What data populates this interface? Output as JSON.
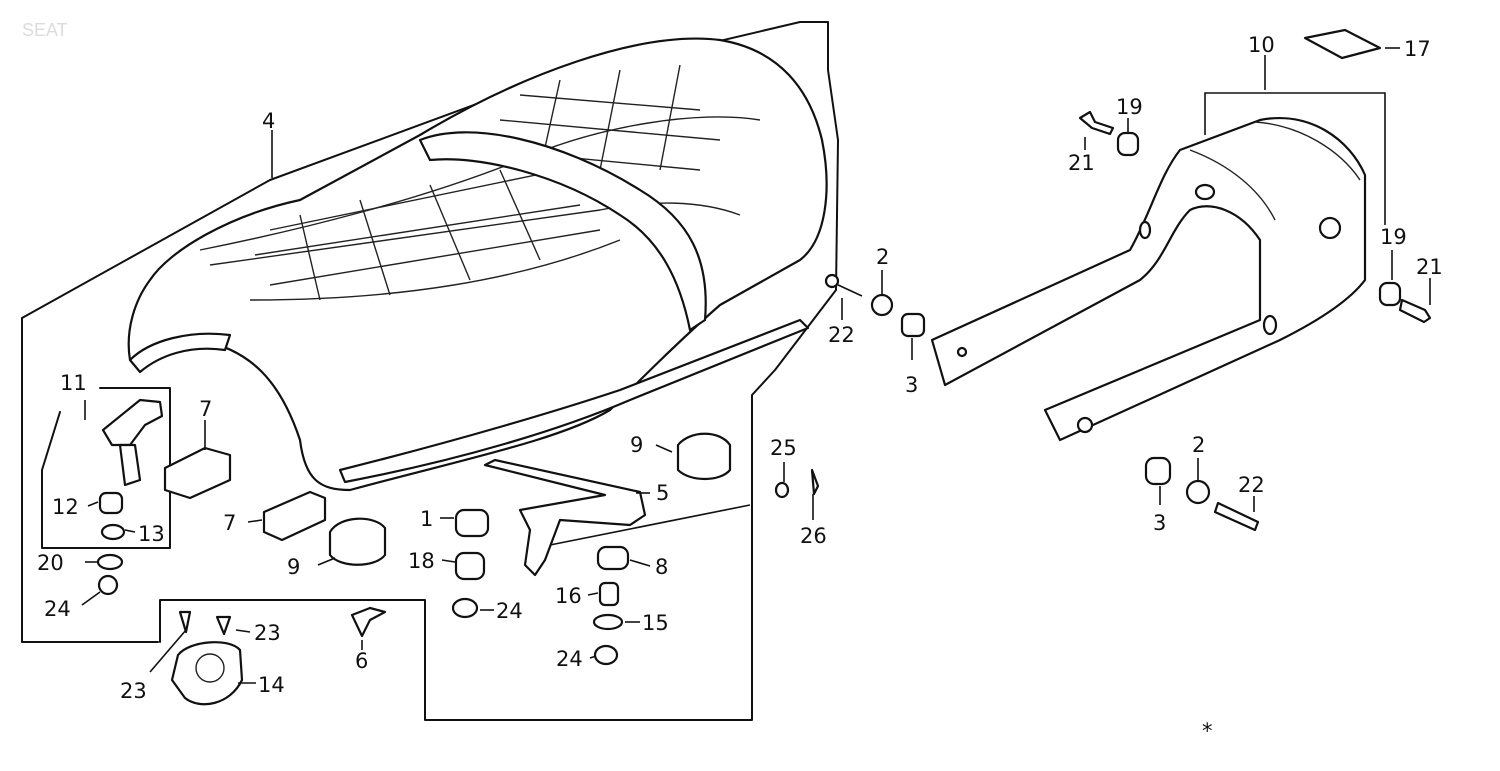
{
  "diagram": {
    "title": "SEAT",
    "footnote_mark": "*",
    "callouts": {
      "p1": "1",
      "p2a": "2",
      "p2b": "2",
      "p3a": "3",
      "p3b": "3",
      "p4": "4",
      "p5": "5",
      "p6": "6",
      "p7a": "7",
      "p7b": "7",
      "p8": "8",
      "p9a": "9",
      "p9b": "9",
      "p10": "10",
      "p11": "11",
      "p12": "12",
      "p13": "13",
      "p14": "14",
      "p15": "15",
      "p16": "16",
      "p17": "17",
      "p18": "18",
      "p19a": "19",
      "p19b": "19",
      "p20": "20",
      "p21a": "21",
      "p21b": "21",
      "p22a": "22",
      "p22b": "22",
      "p23a": "23",
      "p23b": "23",
      "p24a": "24",
      "p24b": "24",
      "p24c": "24",
      "p25": "25",
      "p26": "26"
    }
  }
}
